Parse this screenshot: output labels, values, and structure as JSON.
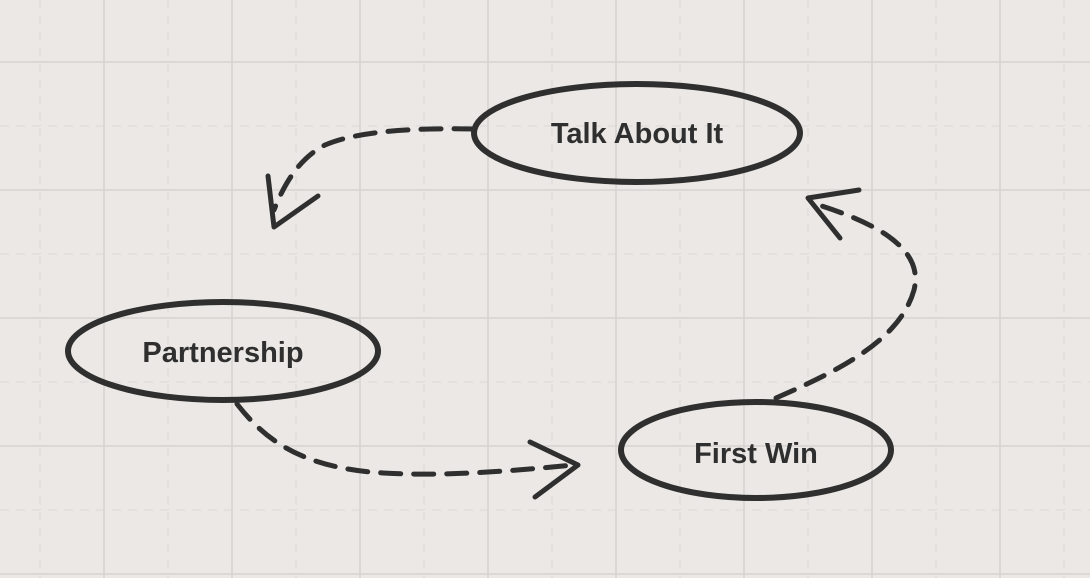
{
  "diagram": {
    "nodes": [
      {
        "id": "talk",
        "label": "Talk About It"
      },
      {
        "id": "partnership",
        "label": "Partnership"
      },
      {
        "id": "first-win",
        "label": "First Win"
      }
    ],
    "edges": [
      {
        "from": "talk",
        "to": "partnership",
        "style": "dashed"
      },
      {
        "from": "partnership",
        "to": "first-win",
        "style": "dashed"
      },
      {
        "from": "first-win",
        "to": "talk",
        "style": "dashed"
      }
    ],
    "colors": {
      "background": "#ebe8e5",
      "grid_major": "#d6d3d0",
      "grid_minor": "#dcd9d6",
      "stroke": "#2f2f2f"
    }
  }
}
